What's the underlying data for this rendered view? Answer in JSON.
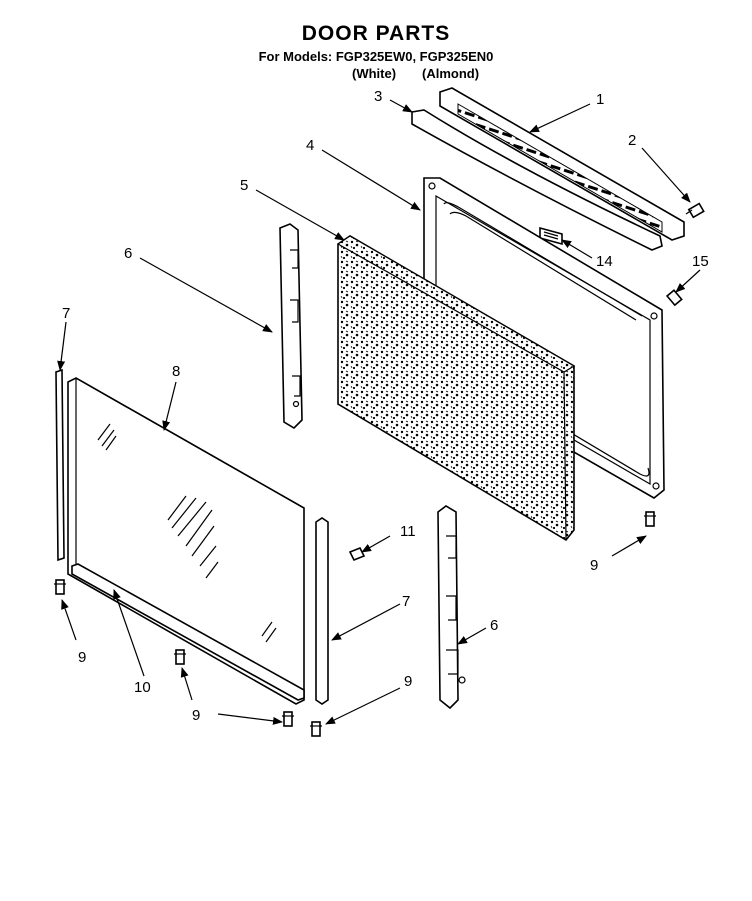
{
  "header": {
    "title": "DOOR PARTS",
    "models_line": "For Models: FGP325EW0, FGP325EN0",
    "variant_white": "(White)",
    "variant_almond": "(Almond)"
  },
  "callouts": {
    "c1": "1",
    "c2": "2",
    "c3": "3",
    "c4": "4",
    "c5": "5",
    "c6a": "6",
    "c6b": "6",
    "c7a": "7",
    "c7b": "7",
    "c8": "8",
    "c9a": "9",
    "c9b": "9",
    "c9c": "9",
    "c9d": "9",
    "c10": "10",
    "c11": "11",
    "c14": "14",
    "c15": "15"
  }
}
